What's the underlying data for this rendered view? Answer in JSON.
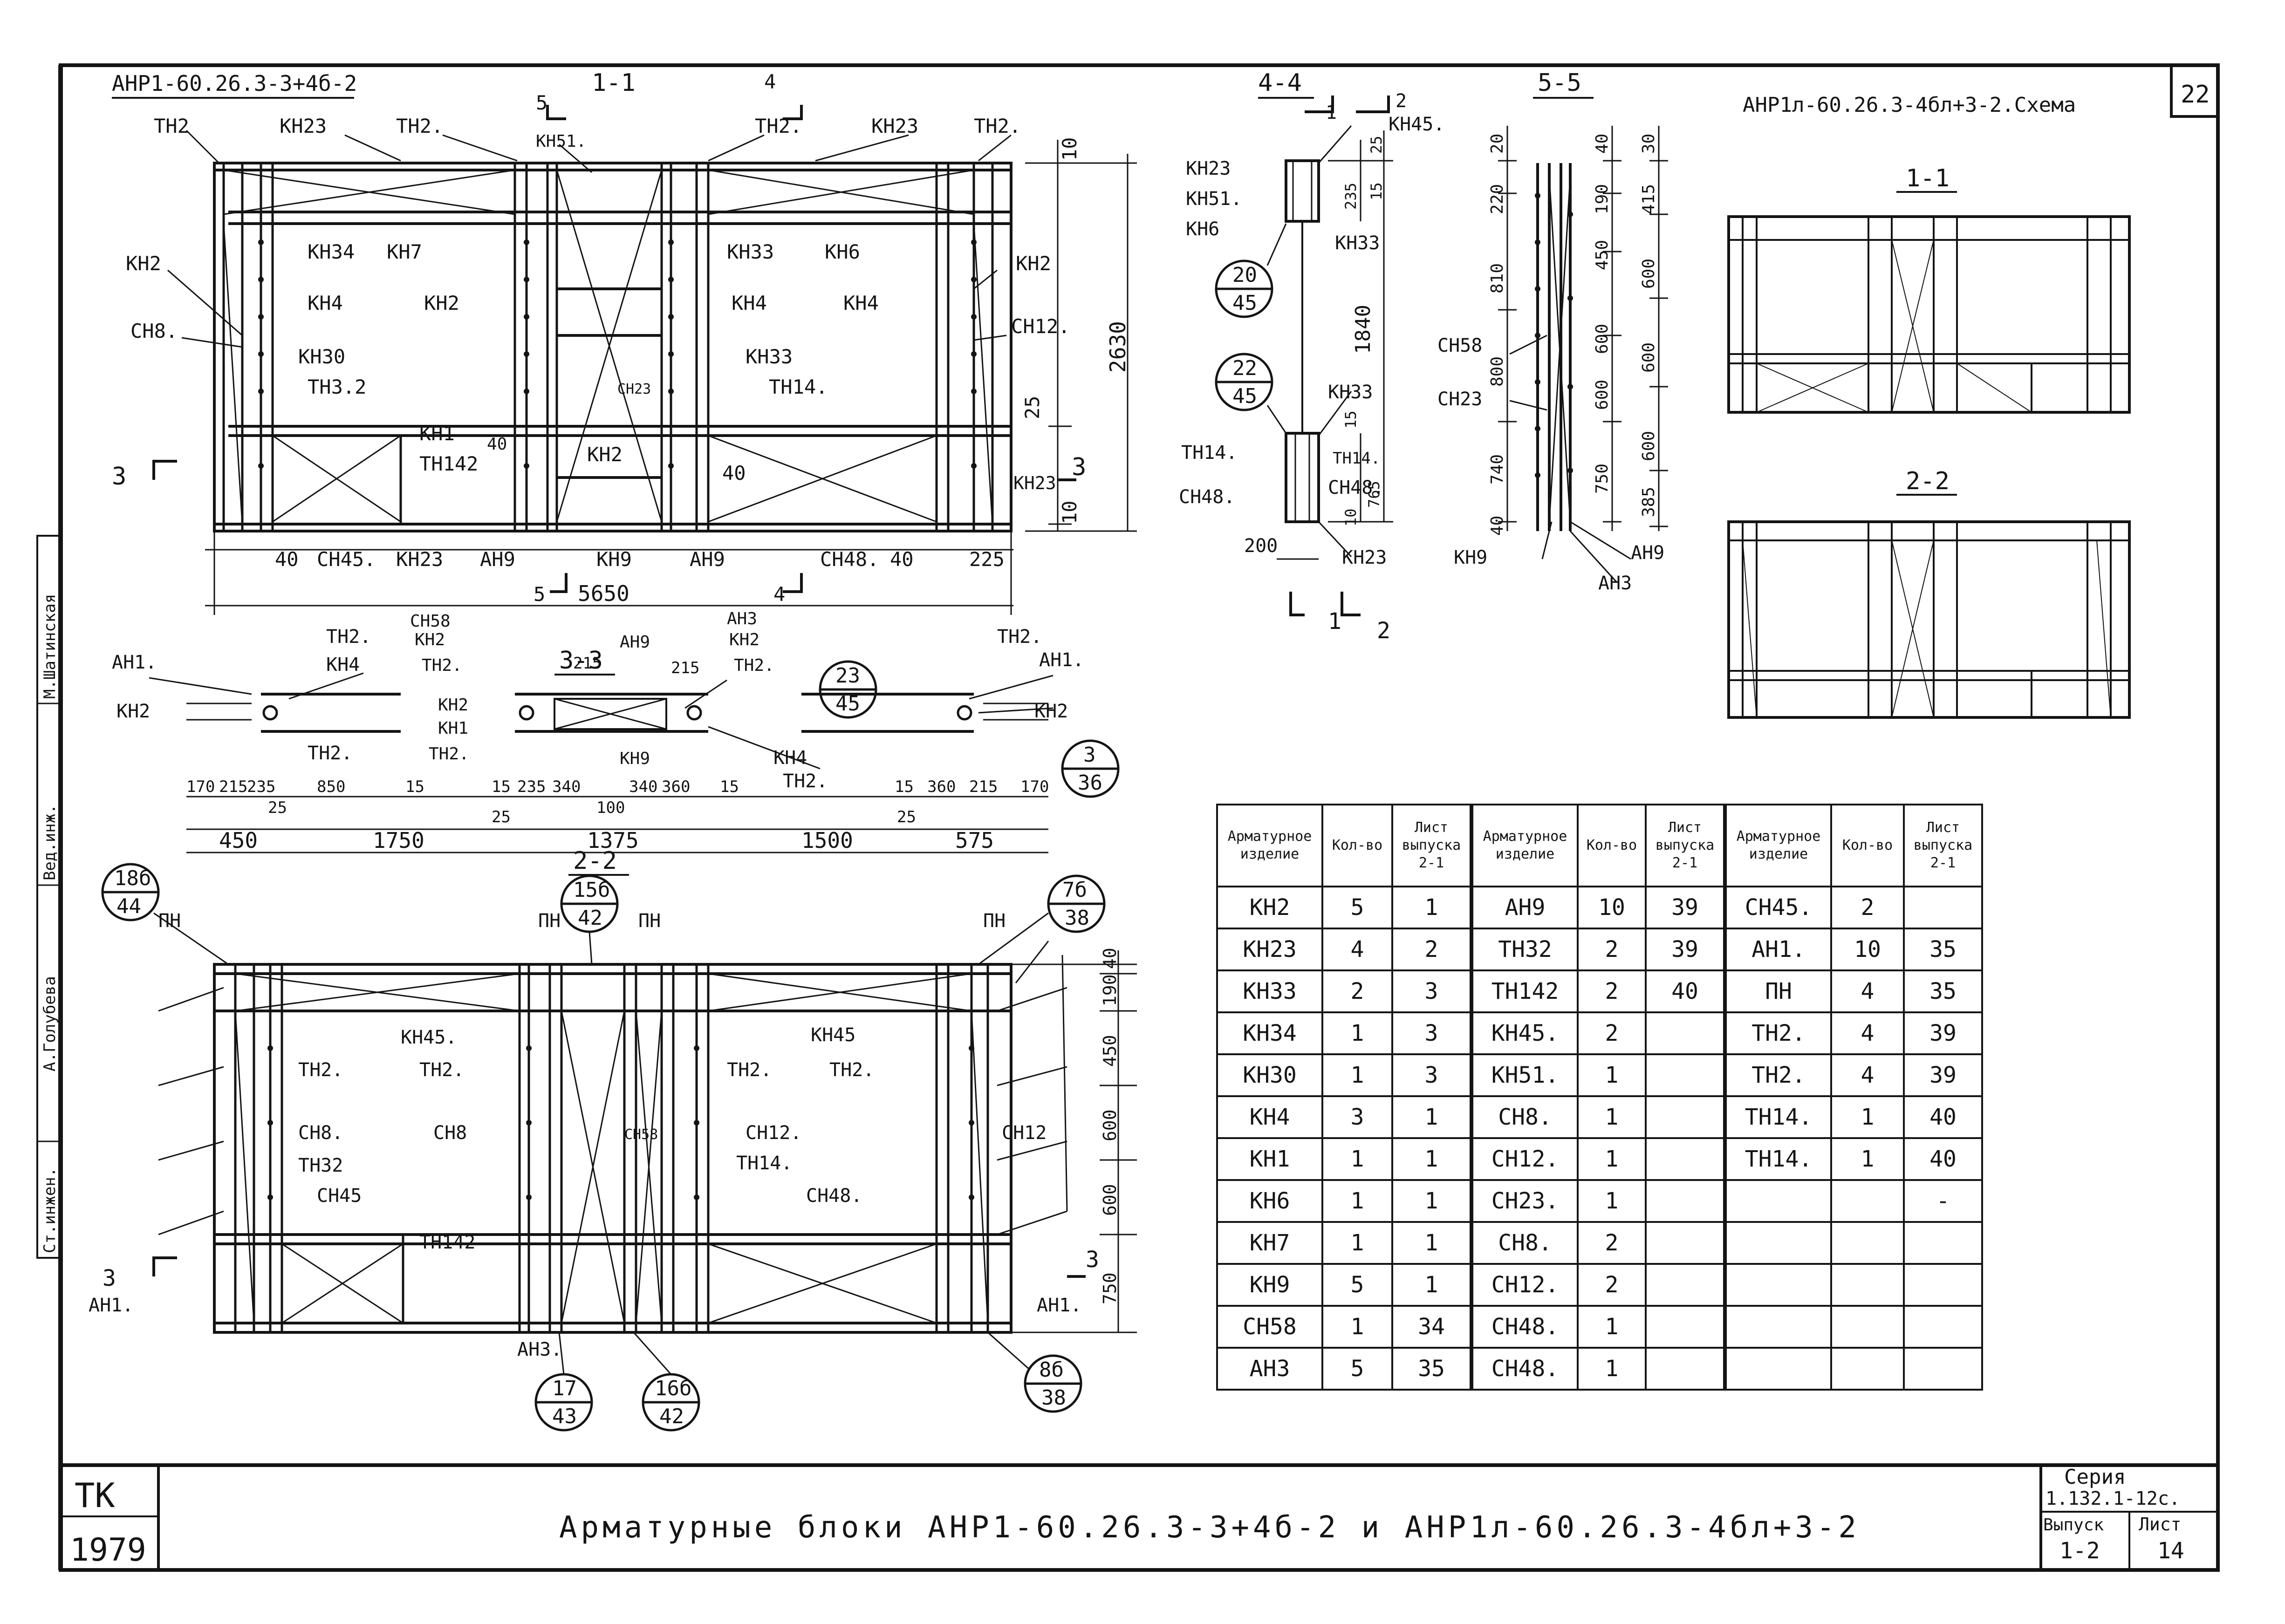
{
  "sheet": {
    "title": "Арматурные блоки АНР1-60.26.3-3+4б-2 и АНР1л-60.26.3-4бл+3-2",
    "page_number": "22",
    "tk": "ТК",
    "year": "1979",
    "seria_label": "Серия",
    "seria_value": "1.132.1-12с.",
    "vypusk_label": "Выпуск",
    "vypusk_value": "1-2",
    "list_label": "Лист",
    "list_value": "14"
  },
  "stamp_side": {
    "role1": "Ст.инжен.",
    "name1": "А.Голубева",
    "role2": "Вед.инж.",
    "name2": "М.Шатинская"
  },
  "main_view": {
    "mark": "АНР1-60.26.3-3+4б-2",
    "section_1_1": "1-1",
    "cut_5": "5",
    "cut_4": "4",
    "cut_3": "3",
    "labels": {
      "tn2_a": "ТН2",
      "kn23_a": "КН23",
      "tn2_b": "ТН2.",
      "kn51": "КН51.",
      "tn2_c": "ТН2.",
      "kn23_b": "КН23",
      "tn2_d": "ТН2.",
      "kn2_a": "КН2",
      "sn8": "СН8.",
      "kn34": "КН34",
      "kn7": "КН7",
      "kn33_a": "КН33",
      "kn6": "КН6",
      "kn2_b": "КН2",
      "kn4_a": "КН4",
      "kn2_c": "КН2",
      "kn4_b": "КН4",
      "kn4_c": "КН4",
      "sn12": "СН12.",
      "kn30": "КН30",
      "tn32": "ТН3.2",
      "kn33_b": "КН33",
      "tn14": "ТН14.",
      "sn23": "СН23",
      "kn1": "КН1",
      "tn142": "ТН142",
      "kn2_d": "КН2",
      "kn23_c": "КН23",
      "forty": "40",
      "sn45": "СН45.",
      "kn23_d": "КН23",
      "an9_a": "АН9",
      "kn9": "КН9",
      "an9_b": "АН9",
      "sn48": "СН48."
    },
    "dims": {
      "d40_a": "40",
      "d40_b": "40",
      "d225": "225",
      "d5650": "5650",
      "d10_top": "10",
      "d2630": "2630",
      "d25": "25",
      "d10_bot": "10",
      "d40_mid": "40"
    }
  },
  "section_4_4": {
    "title": "4-4",
    "cut1": "1",
    "cut2": "2",
    "labels": {
      "kn45": "КН45.",
      "kn23": "КН23",
      "kn51": "КН51.",
      "kn6": "КН6",
      "kn33": "КН33",
      "kn33_b": "КН33",
      "tn14_a": "ТН14.",
      "tn14_b": "ТН14.",
      "sn48_a": "СН48.",
      "sn48_b": "СН48.",
      "kn23_b": "КН23"
    },
    "dims": {
      "d25": "25",
      "d235": "235",
      "d15": "15",
      "d1840": "1840",
      "d15_b": "15",
      "d765": "765",
      "d10": "10",
      "d200": "200"
    },
    "ref_a_num": "20",
    "ref_a_den": "45",
    "ref_b_num": "22",
    "ref_b_den": "45"
  },
  "section_5_5": {
    "title": "5-5",
    "labels": {
      "sn58": "СН58",
      "sn23": "СН23",
      "kn9": "КН9",
      "an9": "АН9",
      "an3": "АН3"
    },
    "dims_left": [
      "20",
      "220",
      "810",
      "800",
      "740",
      "40"
    ],
    "dims_mid": [
      "40",
      "190",
      "450",
      "600",
      "600",
      "750"
    ],
    "dims_right": [
      "30",
      "415",
      "600",
      "600",
      "600",
      "385"
    ]
  },
  "scheme": {
    "title": "АНР1л-60.26.3-4бл+3-2.Схема",
    "sec11": "1-1",
    "sec22": "2-2"
  },
  "section_3_3": {
    "title": "3-3",
    "labels": {
      "an1_l": "АН1.",
      "kn2_l": "КН2",
      "tn2_l": "ТН2.",
      "kn4_l": "КН4",
      "tn2_l2": "ТН2.",
      "sn58": "СН58",
      "kn2_m": "КН2",
      "tn2_m": "ТН2.",
      "an9": "АН9",
      "an3": "АН3",
      "kn2_m2": "КН2",
      "tn2_m2": "ТН2.",
      "kn2_m3": "КН2",
      "kn1": "КН1",
      "tn2_m3": "ТН2.",
      "kn9": "КН9",
      "kn4_r": "КН4",
      "tn2_r": "ТН2.",
      "tn2_rr": "ТН2.",
      "an1_r": "АН1.",
      "kn2_r": "КН2"
    },
    "dims_row1": [
      "170",
      "215",
      "235",
      "850",
      "15",
      "15",
      "235",
      "340",
      "340",
      "360",
      "15",
      "15",
      "360",
      "215",
      "170"
    ],
    "dims_row2": [
      "25",
      "100",
      "25",
      "25"
    ],
    "dims_row3": [
      "450",
      "1750",
      "1375",
      "1500",
      "575"
    ],
    "dim_215_a": "215",
    "dim_215_b": "215",
    "ref_a_num": "23",
    "ref_a_den": "45",
    "ref_b_num": "3",
    "ref_b_den": "36"
  },
  "elevation_2_2": {
    "title": "2-2",
    "labels": {
      "pn_a": "ПН",
      "pn_b": "ПН",
      "pn_c": "ПН",
      "pn_d": "ПН",
      "kn45_a": "КН45.",
      "kn45_b": "КН45",
      "tn2_a": "ТН2.",
      "tn2_b": "ТН2.",
      "tn2_c": "ТН2.",
      "tn2_d": "ТН2.",
      "sn8_a": "СН8.",
      "sn8_b": "СН8",
      "sn58": "СН58",
      "sn12_a": "СН12.",
      "sn12_b": "СН12",
      "tn32": "ТН32",
      "tn14": "ТН14.",
      "sn45": "СН45",
      "sn48": "СН48.",
      "tn142": "ТН142",
      "an1_l": "АН1.",
      "an1_r": "АН1.",
      "an3": "АН3.",
      "cut3": "3"
    },
    "dims": [
      "40",
      "190",
      "450",
      "600",
      "600",
      "750"
    ],
    "refs": [
      {
        "num": "18б",
        "den": "44"
      },
      {
        "num": "15б",
        "den": "42"
      },
      {
        "num": "7б",
        "den": "38"
      },
      {
        "num": "17",
        "den": "43"
      },
      {
        "num": "16б",
        "den": "42"
      },
      {
        "num": "8б",
        "den": "38"
      }
    ]
  },
  "spec_table": {
    "headers": [
      "Арматурное изделие",
      "Кол-во",
      "Лист выпуска 2-1"
    ],
    "rows": [
      [
        "КН2",
        "5",
        "1",
        "АН9",
        "10",
        "39",
        "СН45.",
        "2",
        ""
      ],
      [
        "КН23",
        "4",
        "2",
        "ТН32",
        "2",
        "39",
        "АН1.",
        "10",
        "35"
      ],
      [
        "КН33",
        "2",
        "3",
        "ТН142",
        "2",
        "40",
        "ПН",
        "4",
        "35"
      ],
      [
        "КН34",
        "1",
        "3",
        "КН45.",
        "2",
        "",
        "ТН2.",
        "4",
        "39"
      ],
      [
        "КН30",
        "1",
        "3",
        "КН51.",
        "1",
        "",
        "ТН2.",
        "4",
        "39"
      ],
      [
        "КН4",
        "3",
        "1",
        "СН8.",
        "1",
        "",
        "ТН14.",
        "1",
        "40"
      ],
      [
        "КН1",
        "1",
        "1",
        "СН12.",
        "1",
        "",
        "ТН14.",
        "1",
        "40"
      ],
      [
        "КН6",
        "1",
        "1",
        "СН23.",
        "1",
        "",
        "",
        "",
        "-"
      ],
      [
        "КН7",
        "1",
        "1",
        "СН8.",
        "2",
        "",
        "",
        "",
        ""
      ],
      [
        "КН9",
        "5",
        "1",
        "СН12.",
        "2",
        "",
        "",
        "",
        ""
      ],
      [
        "СН58",
        "1",
        "34",
        "СН48.",
        "1",
        "",
        "",
        "",
        ""
      ],
      [
        "АН3",
        "5",
        "35",
        "СН48.",
        "1",
        "",
        "",
        "",
        ""
      ]
    ]
  }
}
